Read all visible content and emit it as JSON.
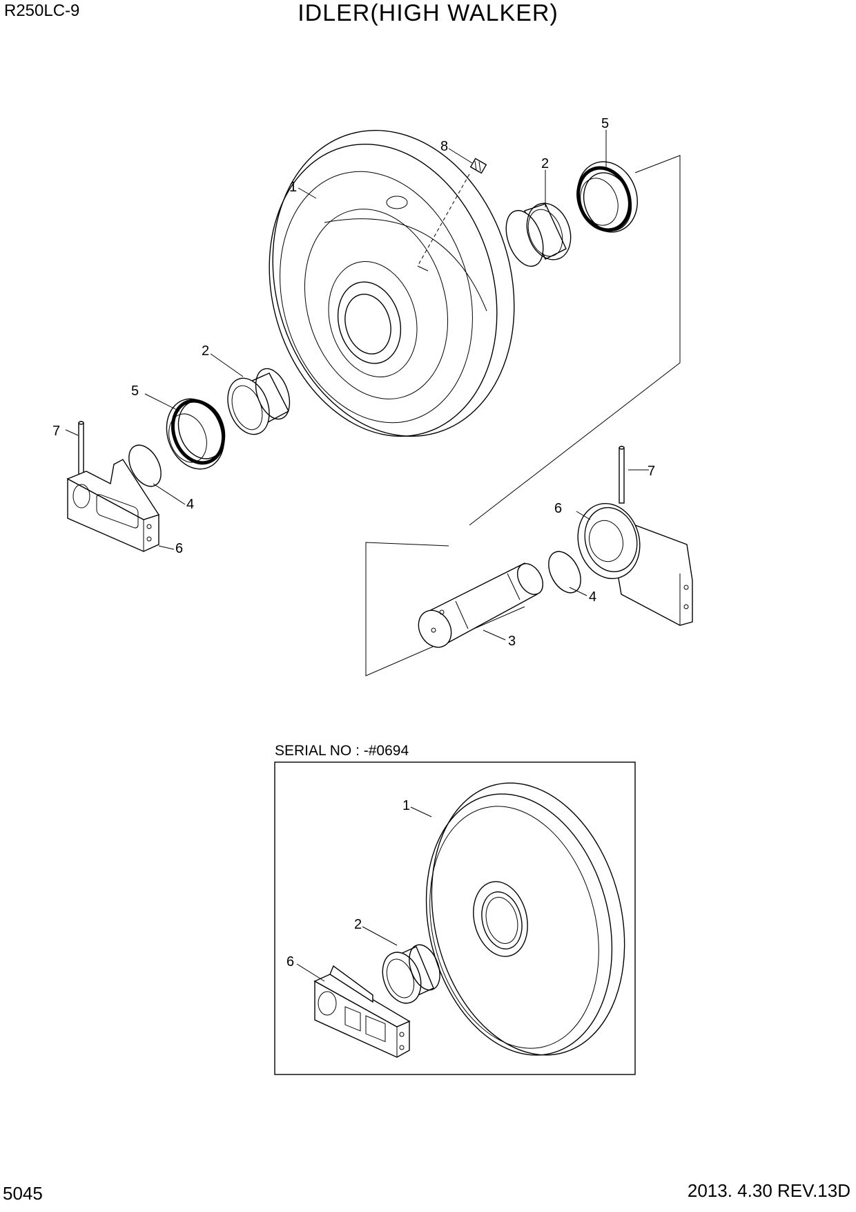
{
  "header": {
    "model": "R250LC-9",
    "title": "IDLER(HIGH WALKER)"
  },
  "callouts": {
    "c1": "1",
    "c2a": "2",
    "c2b": "2",
    "c3": "3",
    "c4a": "4",
    "c4b": "4",
    "c5a": "5",
    "c5b": "5",
    "c6a": "6",
    "c6b": "6",
    "c7a": "7",
    "c7b": "7",
    "c8": "8"
  },
  "inset": {
    "serial_label": "SERIAL NO : -#0694",
    "callouts": {
      "c1": "1",
      "c2": "2",
      "c6": "6"
    }
  },
  "footer": {
    "page_number": "5045",
    "revision": "2013. 4.30  REV.13D"
  }
}
